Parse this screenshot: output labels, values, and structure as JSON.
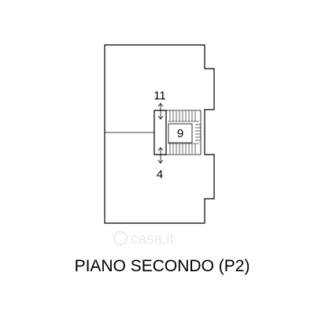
{
  "floor_plan": {
    "caption": "PIANO SECONDO (P2)",
    "stair_number": "9",
    "up_label": "11",
    "down_label": "4",
    "watermark": "casa.it"
  },
  "colors": {
    "line": "#000000",
    "background": "#ffffff",
    "watermark": "#d9d9d9"
  }
}
